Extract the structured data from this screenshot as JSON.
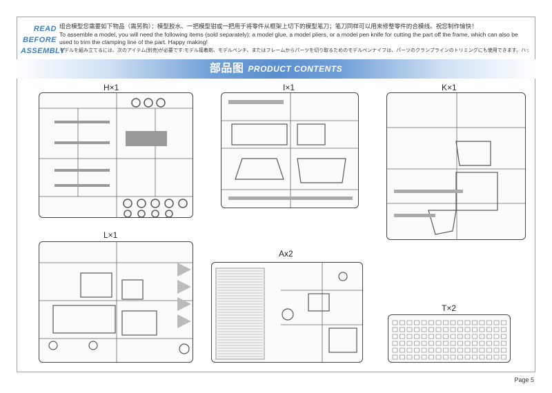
{
  "header": {
    "read_lines": [
      "READ",
      "BEFORE",
      "ASSEMBLY"
    ],
    "intro_zh": "组合模型您需要如下物品（需另购）：模型胶水、一把模型钳或一把用于将零件从框架上切下的模型笔刀；笔刀同样可以用来修整零件的合模线。祝您制作愉快！",
    "intro_en_1": "To assemble a model, you will need the following items (sold separately): a model glue, a model pliers, or a model pen knife for cutting the part off the frame, which can also be",
    "intro_en_2": "used to trim the clamping line of the part. Happy making!",
    "intro_ja": "モデルを組み立てるには、次のアイテム(別売)が必要です:モデル接着剤、モデルペンチ、またはフレームからパーツを切り取るためのモデルペンナイフは、パーツのクランプラインのトリミングにも使用できます。ハッピーメイキング!"
  },
  "banner": {
    "title_zh": "部品图",
    "title_en": "PRODUCT CONTENTS"
  },
  "sprues": [
    {
      "label": "H×1"
    },
    {
      "label": "I×1"
    },
    {
      "label": "K×1"
    },
    {
      "label": "L×1"
    },
    {
      "label": "Ax2"
    },
    {
      "label": "T×2"
    }
  ],
  "footer": {
    "page": "Page 5"
  }
}
